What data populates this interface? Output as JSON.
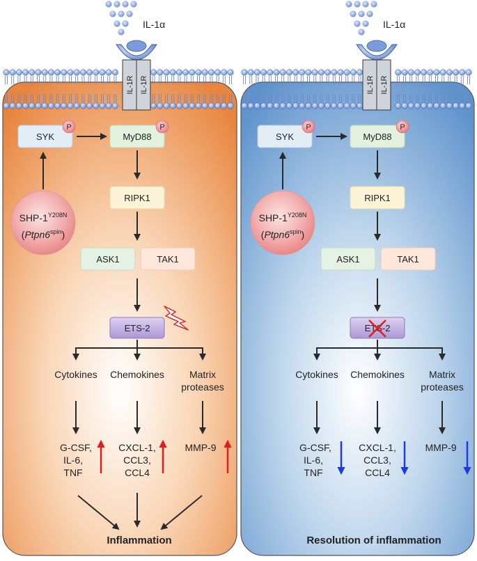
{
  "ligand_label": "IL-1α",
  "receptor_label": "IL-1R",
  "phospho_label": "P",
  "colors": {
    "syk_fill": "#e3edf6",
    "myd88_fill": "#e3f1df",
    "ripk1_fill": "#fdf3d6",
    "ask1_fill": "#e4f1e3",
    "tak1_fill": "#fde6da",
    "ets2_fill": "#c3b2e0",
    "phospho_fill": "#f28f96",
    "up_arrow": "#e01e1e",
    "down_arrow": "#1e3ae0"
  },
  "panels": [
    {
      "id": "left",
      "syk": "SYK",
      "myd88": "MyD88",
      "ripk1": "RIPK1",
      "ask1": "ASK1",
      "tak1": "TAK1",
      "ets2": "ETS-2",
      "shp_main": "SHP-1",
      "shp_sup": "Y208N",
      "ptpn_open": "(",
      "ptpn_gene": "Ptpn6",
      "ptpn_sup": "spin",
      "ptpn_close": ")",
      "cat_cytokines": "Cytokines",
      "cat_chemokines": "Chemokines",
      "cat_matrix_1": "Matrix",
      "cat_matrix_2": "proteases",
      "cyto_1": "G-CSF,",
      "cyto_2": "IL-6,",
      "cyto_3": "TNF",
      "chemo_1": "CXCL-1,",
      "chemo_2": "CCL3,",
      "chemo_3": "CCL4",
      "mmp": "MMP-9",
      "outcome": "Inflammation"
    },
    {
      "id": "right",
      "syk": "SYK",
      "myd88": "MyD88",
      "ripk1": "RIPK1",
      "ask1": "ASK1",
      "tak1": "TAK1",
      "ets2": "ETS-2",
      "shp_main": "SHP-1",
      "shp_sup": "Y208N",
      "ptpn_open": "(",
      "ptpn_gene": "Ptpn6",
      "ptpn_sup": "spin",
      "ptpn_close": ")",
      "cat_cytokines": "Cytokines",
      "cat_chemokines": "Chemokines",
      "cat_matrix_1": "Matrix",
      "cat_matrix_2": "proteases",
      "cyto_1": "G-CSF,",
      "cyto_2": "IL-6,",
      "cyto_3": "TNF",
      "chemo_1": "CXCL-1,",
      "chemo_2": "CCL3,",
      "chemo_3": "CCL4",
      "mmp": "MMP-9",
      "outcome": "Resolution of inflammation"
    }
  ]
}
